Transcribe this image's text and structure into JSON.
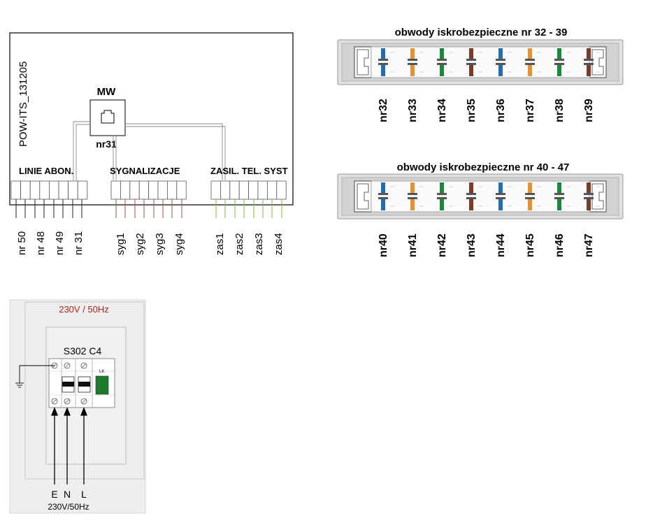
{
  "panel": {
    "vertical_label": "POW-ITS_131205",
    "module_title": "MW",
    "module_sub": "nr31",
    "group_linie": "LINIE ABON.",
    "group_sygn": "SYGNALIZACJE",
    "group_zasil": "ZASIL. TEL. SYST",
    "linie_labels": [
      "nr 50",
      "nr 48",
      "nr 49",
      "nr 31"
    ],
    "syg_labels": [
      "syg1",
      "syg2",
      "syg3",
      "syg4"
    ],
    "zas_labels": [
      "zas1",
      "zas2",
      "zas3",
      "zas4"
    ]
  },
  "strip_top": {
    "title": "obwody iskrobezpieczne nr 32 - 39",
    "labels": [
      "nr32",
      "nr33",
      "nr34",
      "nr35",
      "nr36",
      "nr37",
      "nr38",
      "nr39"
    ]
  },
  "strip_bottom": {
    "title": "obwody iskrobezpieczne nr 40 - 47",
    "labels": [
      "nr40",
      "nr41",
      "nr42",
      "nr43",
      "nr44",
      "nr45",
      "nr46",
      "nr47"
    ]
  },
  "breaker": {
    "title": "230V / 50Hz",
    "model": "S302 C4",
    "lk_label": "LK",
    "wires": [
      "E",
      "N",
      "L"
    ],
    "supply": "230V/50Hz"
  },
  "colors": {
    "wire_colors_top": [
      "#1e6fb8",
      "#e8902e",
      "#1a8a3a",
      "#7a3b2a",
      "#1e6fb8",
      "#e8902e",
      "#1a8a3a",
      "#7a3b2a"
    ],
    "wire_colors_bottom": [
      "#1e6fb8",
      "#e8902e",
      "#1a8a3a",
      "#7a3b2a",
      "#1e6fb8",
      "#e8902e",
      "#1a8a3a",
      "#7a3b2a"
    ],
    "breaker_title": "#b22222",
    "lk_green": "#1f7a2e"
  }
}
